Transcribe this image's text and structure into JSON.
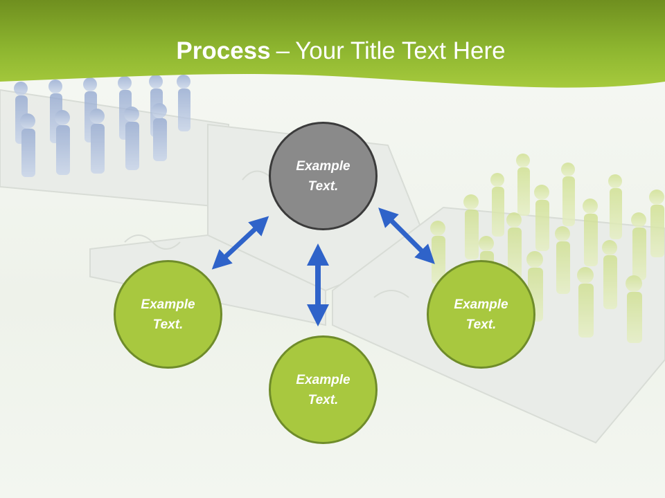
{
  "title": {
    "bold": "Process",
    "separator": "–",
    "rest": "Your Title Text Here"
  },
  "nodes": {
    "top": {
      "label": "Example\nText."
    },
    "left": {
      "label": "Example\nText."
    },
    "right": {
      "label": "Example\nText."
    },
    "bottom": {
      "label": "Example\nText."
    }
  },
  "colors": {
    "header_green": "#8db52f",
    "node_green": "#a8c83f",
    "node_gray": "#8a8a8a",
    "arrow_blue": "#2f63c9"
  }
}
